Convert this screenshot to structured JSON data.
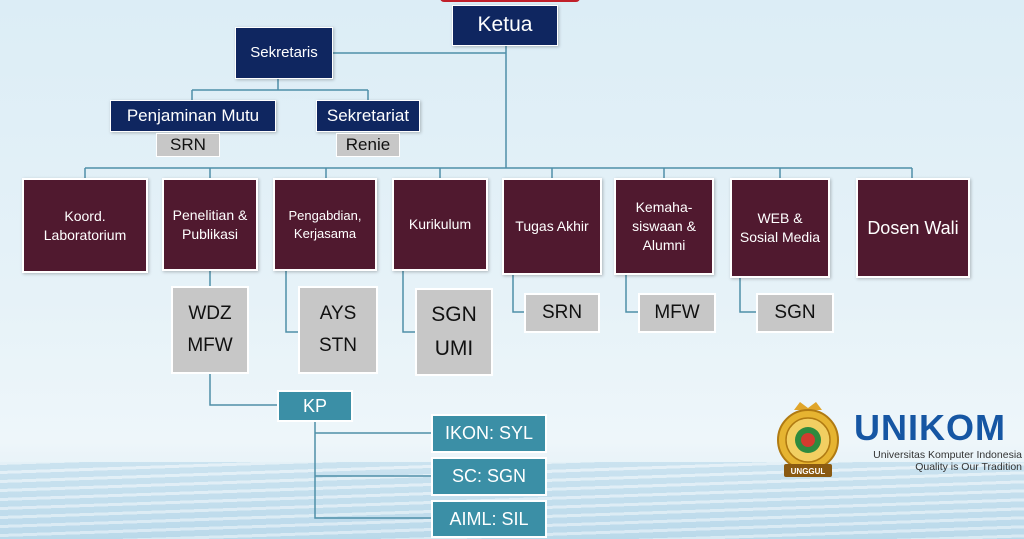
{
  "chairman": "Ketua",
  "secretary": "Sekretaris",
  "quality_assurance": {
    "label": "Penjaminan Mutu",
    "staff": "SRN"
  },
  "secretariat": {
    "label": "Sekretariat",
    "staff": "Renie"
  },
  "units": [
    {
      "label": "Koord. Laboratorium"
    },
    {
      "label": "Penelitian & Publikasi",
      "staff": [
        "WDZ",
        "MFW"
      ]
    },
    {
      "label": "Pengabdian, Kerjasama",
      "staff": [
        "AYS",
        "STN"
      ]
    },
    {
      "label": "Kurikulum",
      "staff": [
        "SGN",
        "UMI"
      ]
    },
    {
      "label": "Tugas Akhir",
      "staff": [
        "SRN"
      ]
    },
    {
      "label": "Kemaha-siswaan & Alumni",
      "staff": [
        "MFW"
      ]
    },
    {
      "label": "WEB & Sosial Media",
      "staff": [
        "SGN"
      ]
    },
    {
      "label": "Dosen Wali"
    }
  ],
  "kp": "KP",
  "kp_groups": [
    "IKON: SYL",
    "SC: SGN",
    "AIML: SIL"
  ],
  "logo": {
    "name": "UNIKOM",
    "subtitle": "Universitas Komputer Indonesia",
    "tagline": "Quality is Our Tradition",
    "seal_text": "UNGGUL"
  },
  "colors": {
    "navy": "#0f2660",
    "maroon": "#50192f",
    "grey": "#c7c7c7",
    "teal": "#3b8fa6",
    "line": "#4f8fa8"
  }
}
